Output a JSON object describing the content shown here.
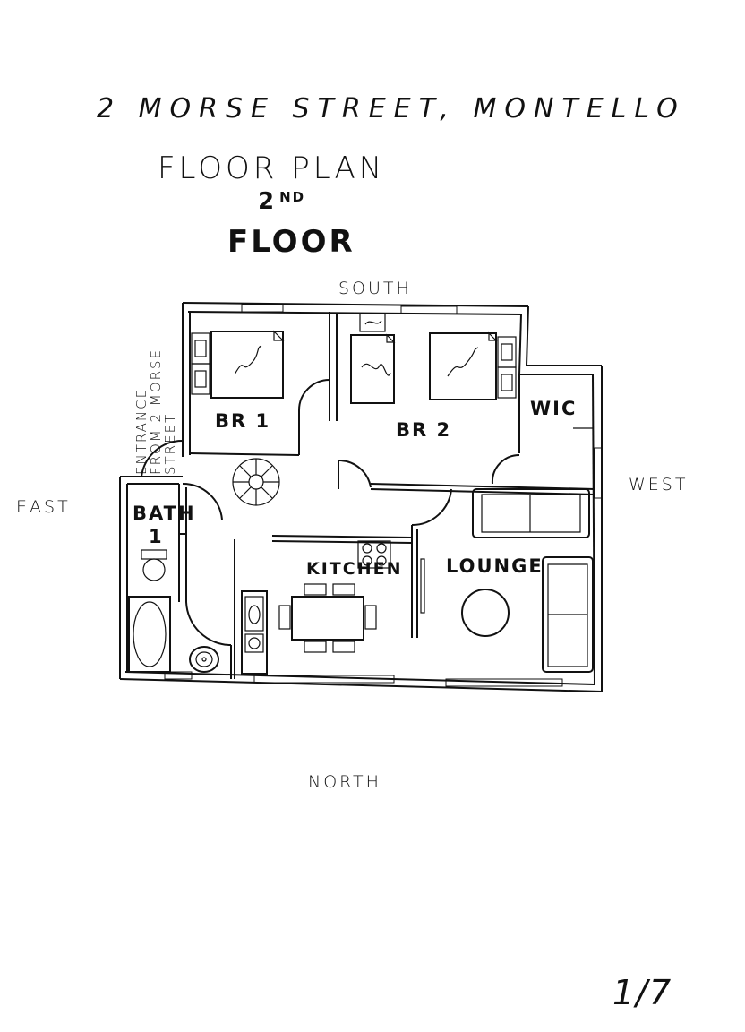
{
  "header": {
    "address": "2 MORSE  STREET, MONTELLO",
    "heading": "FLOOR PLAN",
    "level_number": "2",
    "level_suffix": "ND",
    "level_word": "FLOOR"
  },
  "compass": {
    "south": "SOUTH",
    "north": "NORTH",
    "east": "EAST",
    "west": "WEST"
  },
  "entrance": {
    "line1": "ENTRANCE",
    "line2": "FROM 2 MORSE",
    "line3": "STREET"
  },
  "rooms": {
    "br1": "BR 1",
    "br2": "BR 2",
    "wic": "WIC",
    "bath_line1": "BATH",
    "bath_line2": "1",
    "kitchen": "KITCHEN",
    "lounge": "LOUNGE"
  },
  "footer": {
    "page": "1/7"
  },
  "colors": {
    "ink": "#111111",
    "paper": "#ffffff"
  }
}
